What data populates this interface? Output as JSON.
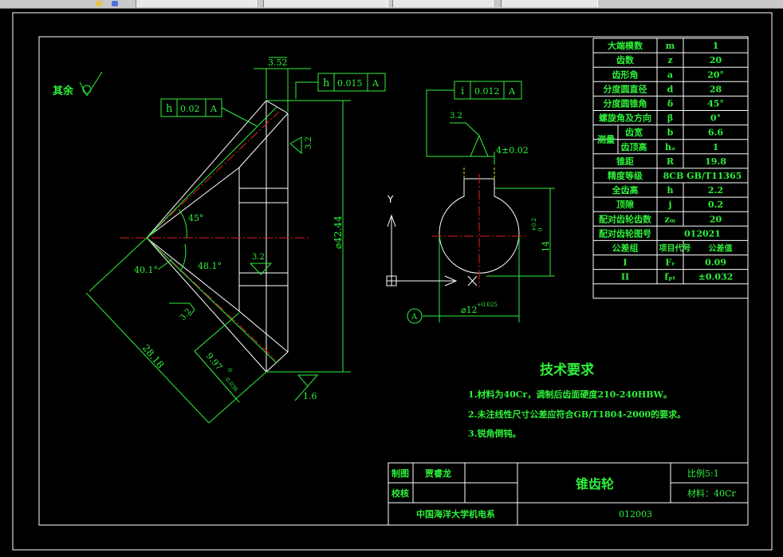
{
  "window": {
    "toolbar_icons": [
      "folder-icon",
      "shield-icon"
    ]
  },
  "drawing": {
    "remaining_roughness": "其余",
    "dim_3_52": "3.52",
    "tol_h_0015": "h",
    "tol_0015_val": "0.015",
    "tol_0015_ref": "A",
    "tol_h_002": "h",
    "tol_002_val": "0.02",
    "tol_002_ref": "A",
    "rough_32_a": "3.2",
    "rough_32_b": "3.2",
    "rough_32_c": "3.2",
    "rough_32_d": "3.2",
    "rough_16": "1.6",
    "dim_phi_4244": "⌀42.44",
    "angle_45": "45°",
    "angle_401": "40.1°",
    "angle_481": "48.1°",
    "dim_2818": "28.18",
    "dim_997": "9.97",
    "dim_997_tol_u": "-0",
    "dim_997_tol_l": "-0.036",
    "tol_i_0012": "i",
    "tol_0012_val": "0.012",
    "tol_0012_ref": "A",
    "dim_4_002": "4±0.02",
    "dim_141": "14",
    "dim_141_tol": "+0.2",
    "dim_141_tol2": "0",
    "dim_phi12": "⌀12",
    "dim_phi12_tol": "+0.025",
    "datum_a": "A",
    "ucs_y": "Y"
  },
  "param_table": {
    "rows": [
      {
        "name": "大端模数",
        "sym": "m",
        "val": "1"
      },
      {
        "name": "齿数",
        "sym": "z",
        "val": "20"
      },
      {
        "name": "齿形角",
        "sym": "a",
        "val": "20°"
      },
      {
        "name": "分度圆直径",
        "sym": "d",
        "val": "28"
      },
      {
        "name": "分度圆锥角",
        "sym": "δ",
        "val": "45°"
      },
      {
        "name": "螺旋角及方向",
        "sym": "β",
        "val": "0°"
      },
      {
        "name": "齿宽",
        "sym": "b",
        "val": "6.6"
      },
      {
        "name": "齿顶高",
        "sym": "hₐ",
        "val": "1"
      },
      {
        "name": "锥距",
        "sym": "R",
        "val": "19.8"
      },
      {
        "name": "全齿高",
        "sym": "h",
        "val": "2.2"
      },
      {
        "name": "顶隙",
        "sym": "j",
        "val": "0.2"
      },
      {
        "name": "配对齿轮齿数",
        "sym": "zₘ",
        "val": "20"
      },
      {
        "name": "I",
        "sym": "Fᵣ",
        "val": "0.09"
      },
      {
        "name": "II",
        "sym": "fₚₜ",
        "val": "±0.032"
      }
    ],
    "measure_label": "测量",
    "accuracy_label": "精度等级",
    "accuracy_val": "8CB GB/T11365",
    "pair_no_label": "配对齿轮图号",
    "pair_no_val": "012021",
    "group_label": "公差组",
    "code_label": "项目代号",
    "tol_label": "公差值"
  },
  "tech": {
    "title": "技术要求",
    "items": [
      "1.材料为40Cr，调制后齿面硬度210-240HBW。",
      "2.未注线性尺寸公差应符合GB/T1804-2000的要求。",
      "3.锐角倒钝。"
    ]
  },
  "title_block": {
    "draw_label": "制图",
    "drawer": "贾睿龙",
    "check_label": "校核",
    "part_name": "锥齿轮",
    "scale": "比例5:1",
    "material": "材料：40Cr",
    "org": "中国海洋大学机电系",
    "drawing_no": "012003"
  }
}
